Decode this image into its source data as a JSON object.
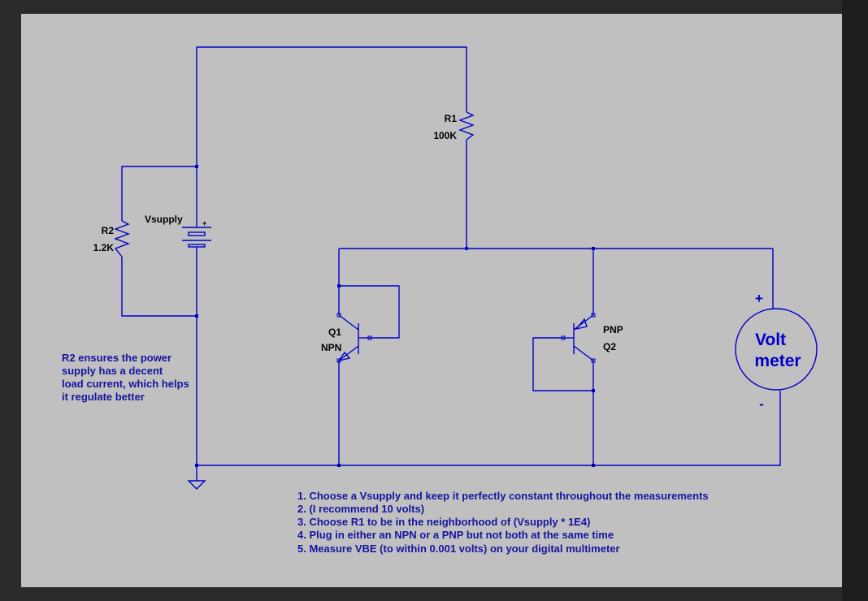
{
  "colors": {
    "background": "#c0c0c0",
    "frame": "#2b2b2b",
    "wire": "#0000c8",
    "note_text": "#1414a0",
    "label_text": "#000000"
  },
  "components": {
    "r1": {
      "name": "R1",
      "value": "100K"
    },
    "r2": {
      "name": "R2",
      "value": "1.2K"
    },
    "vsupply": {
      "name": "Vsupply",
      "plus_mark": "+"
    },
    "q1": {
      "name": "Q1",
      "type": "NPN"
    },
    "q2": {
      "name": "Q2",
      "type": "PNP"
    },
    "voltmeter": {
      "line1": "Volt",
      "line2": "meter",
      "plus": "+",
      "minus": "-"
    }
  },
  "side_note": {
    "lines": [
      "R2 ensures the power",
      "supply has a decent",
      "load current, which helps",
      "it regulate better"
    ]
  },
  "instructions": {
    "lines": [
      "1. Choose a Vsupply and keep it perfectly constant throughout the measurements",
      "2. (I recommend 10 volts)",
      "3. Choose R1 to be in the neighborhood of  (Vsupply * 1E4)",
      "4. Plug in either an NPN or a PNP but not both at the same time",
      "5. Measure VBE (to within 0.001 volts) on your digital multimeter"
    ]
  }
}
